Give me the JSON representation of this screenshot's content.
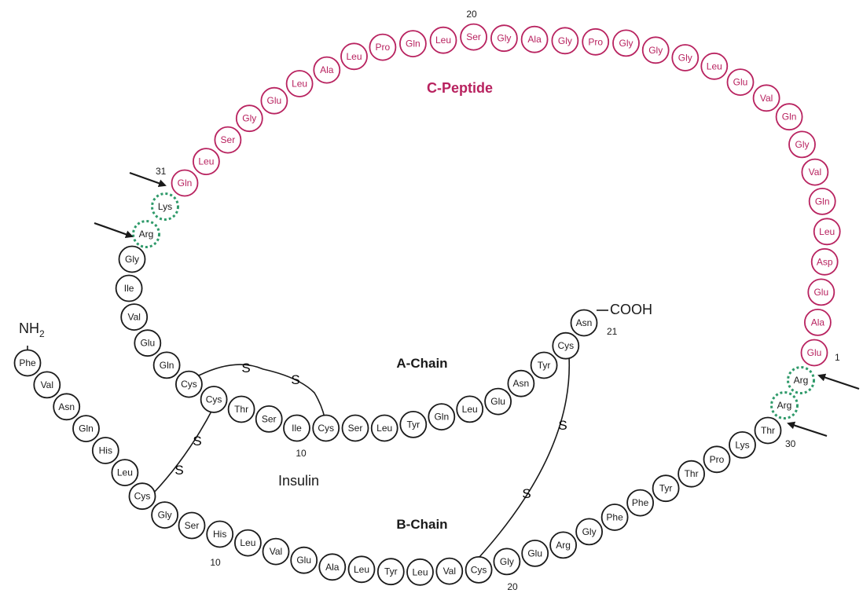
{
  "colors": {
    "chain": "#1a1a1a",
    "c_peptide": "#b8225f",
    "cleavage": "#2f9a6a",
    "arrow": "#1a1a1a"
  },
  "labels": {
    "c_peptide": "C-Peptide",
    "a_chain": "A-Chain",
    "b_chain": "B-Chain",
    "insulin": "Insulin",
    "nh2": "NH",
    "nh2_sub": "2",
    "cooh": "COOH",
    "disulfide_s": "S"
  },
  "numbers": {
    "c20": "20",
    "c1": "1",
    "c31": "31",
    "a10": "10",
    "a21": "21",
    "b10": "10",
    "b20": "20",
    "b30": "30"
  },
  "b_chain": [
    "Phe",
    "Val",
    "Asn",
    "Gln",
    "His",
    "Leu",
    "Cys",
    "Gly",
    "Ser",
    "His",
    "Leu",
    "Val",
    "Glu",
    "Ala",
    "Leu",
    "Tyr",
    "Leu",
    "Val",
    "Cys",
    "Gly",
    "Glu",
    "Arg",
    "Gly",
    "Phe",
    "Phe",
    "Tyr",
    "Thr",
    "Pro",
    "Lys",
    "Thr"
  ],
  "b_cleavage": [
    "Arg",
    "Arg"
  ],
  "c_peptide": [
    "Glu",
    "Ala",
    "Glu",
    "Asp",
    "Leu",
    "Gln",
    "Val",
    "Gly",
    "Gln",
    "Val",
    "Glu",
    "Leu",
    "Gly",
    "Gly",
    "Gly",
    "Pro",
    "Gly",
    "Ala",
    "Gly",
    "Ser",
    "Leu",
    "Gln",
    "Pro",
    "Leu",
    "Ala",
    "Leu",
    "Glu",
    "Gly",
    "Ser",
    "Leu",
    "Gln"
  ],
  "a_cleavage": [
    "Lys",
    "Arg"
  ],
  "a_chain": [
    "Gly",
    "Ile",
    "Val",
    "Glu",
    "Gln",
    "Cys",
    "Cys",
    "Thr",
    "Ser",
    "Ile",
    "Cys",
    "Ser",
    "Leu",
    "Tyr",
    "Gln",
    "Leu",
    "Glu",
    "Asn",
    "Tyr",
    "Cys",
    "Asn"
  ]
}
